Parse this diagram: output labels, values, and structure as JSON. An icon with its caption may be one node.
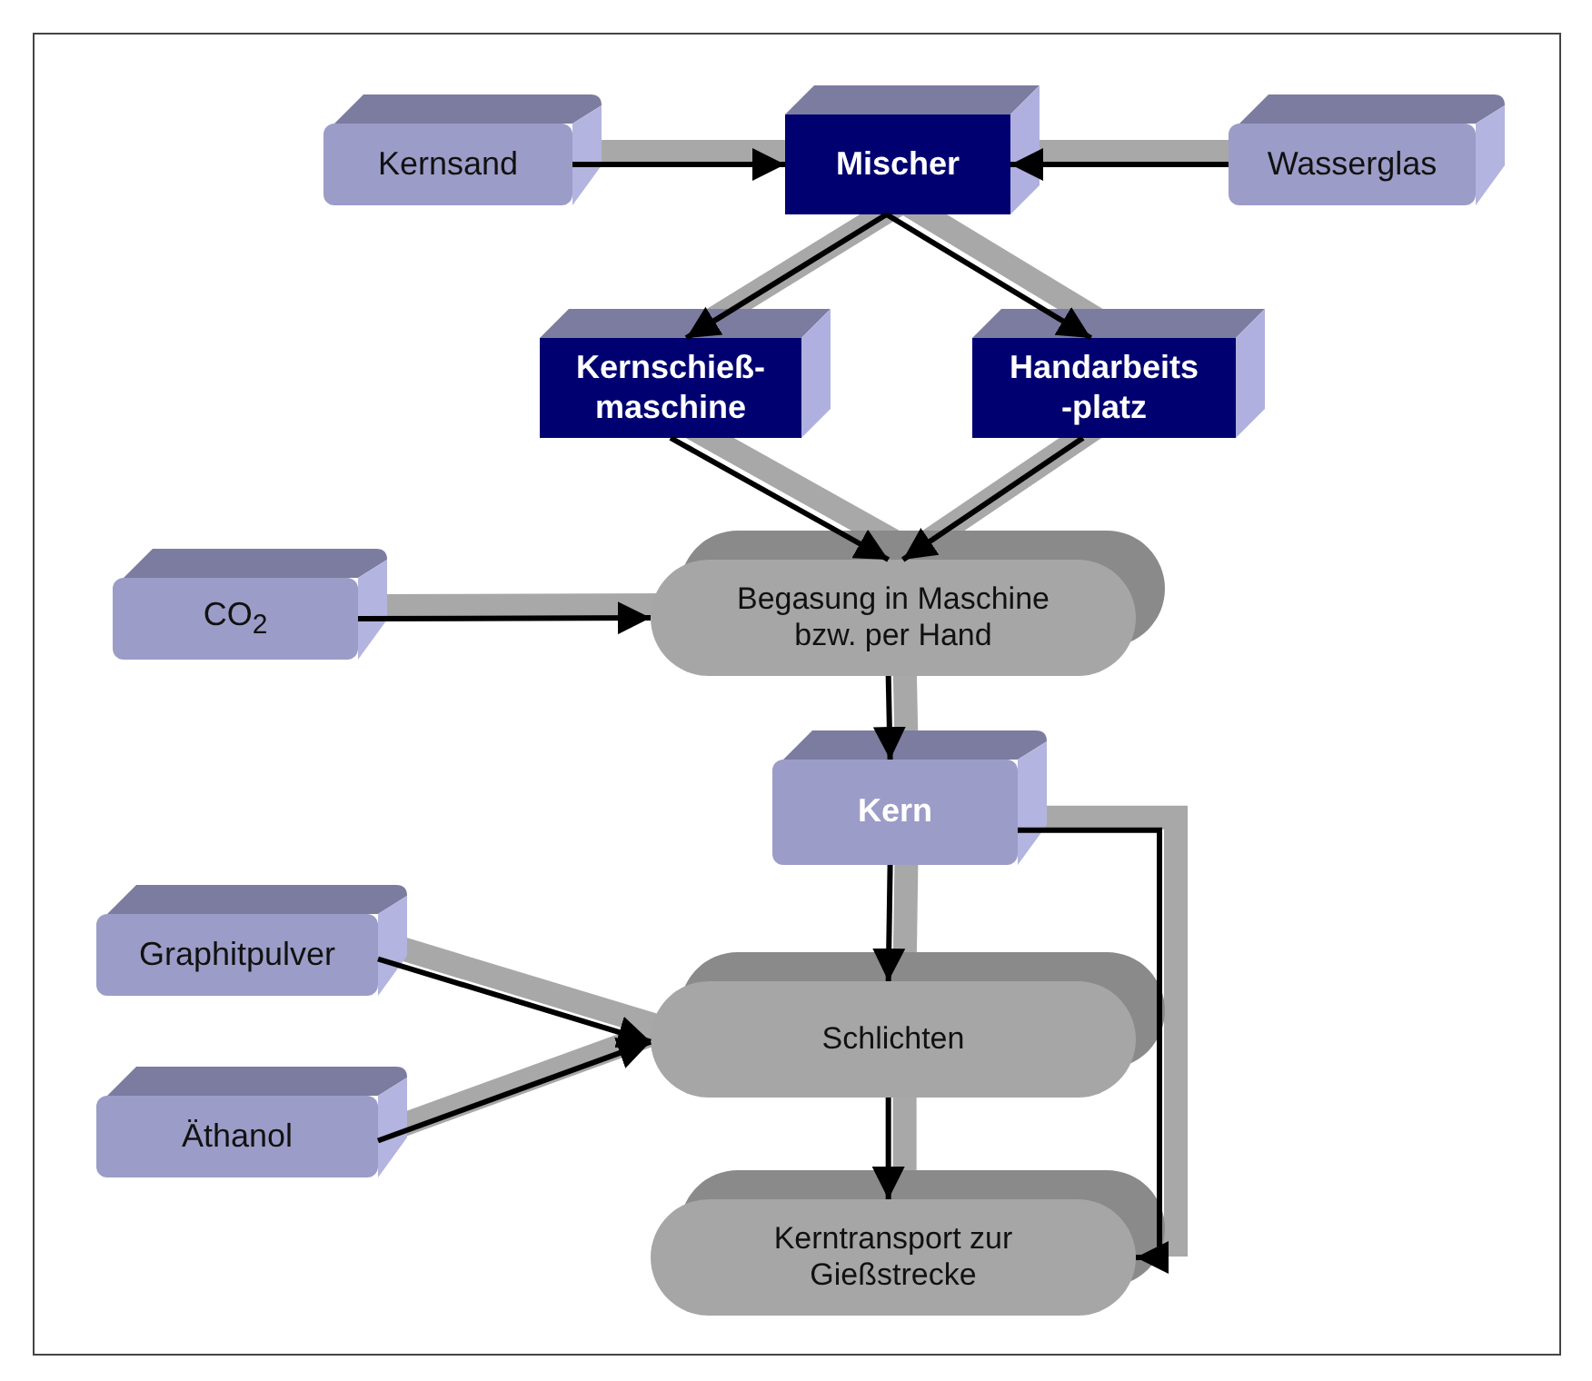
{
  "diagram": {
    "nodes": [
      {
        "text": [
          "Kernsand"
        ]
      },
      {
        "text": [
          "Mischer"
        ]
      },
      {
        "text": [
          "Wasserglas"
        ]
      },
      {
        "text": [
          "Kernschieß- maschine"
        ]
      },
      {
        "text": [
          "Handarbeits -platz"
        ]
      },
      {
        "text": [
          "Begasung in Maschine bzw. per Hand"
        ]
      },
      {
        "text": [
          "CO$_{2}$"
        ]
      },
      {
        "text": [
          "Kern"
        ]
      },
      {
        "text": [
          "Graphitpulver"
        ]
      },
      {
        "text": [
          "Äthanol"
        ]
      },
      {
        "text": [
          "Schlichten"
        ]
      },
      {
        "text": [
          "Kerntransport zur Gießstrecke"
        ]
      }
    ],
    "edges": [
      {
        "from": 0,
        "to": 1,
        "arrow": "to"
      },
      {
        "from": 2,
        "to": 1,
        "arrow": "to"
      },
      {
        "from": 1,
        "to": 3,
        "arrow": "to"
      },
      {
        "from": 1,
        "to": 4,
        "arrow": "to"
      },
      {
        "from": 3,
        "to": 5,
        "arrow": "to"
      },
      {
        "from": 4,
        "to": 5,
        "arrow": "to"
      },
      {
        "from": 6,
        "to": 5,
        "arrow": "to"
      },
      {
        "from": 5,
        "to": 7,
        "arrow": "to"
      },
      {
        "from": 7,
        "to": 10,
        "arrow": "to"
      },
      {
        "from": 8,
        "to": 10,
        "arrow": "to"
      },
      {
        "from": 9,
        "to": 10,
        "arrow": "to"
      },
      {
        "from": 10,
        "to": 11,
        "arrow": "to"
      },
      {
        "from": 7,
        "to": 11,
        "arrow": "to"
      }
    ]
  }
}
